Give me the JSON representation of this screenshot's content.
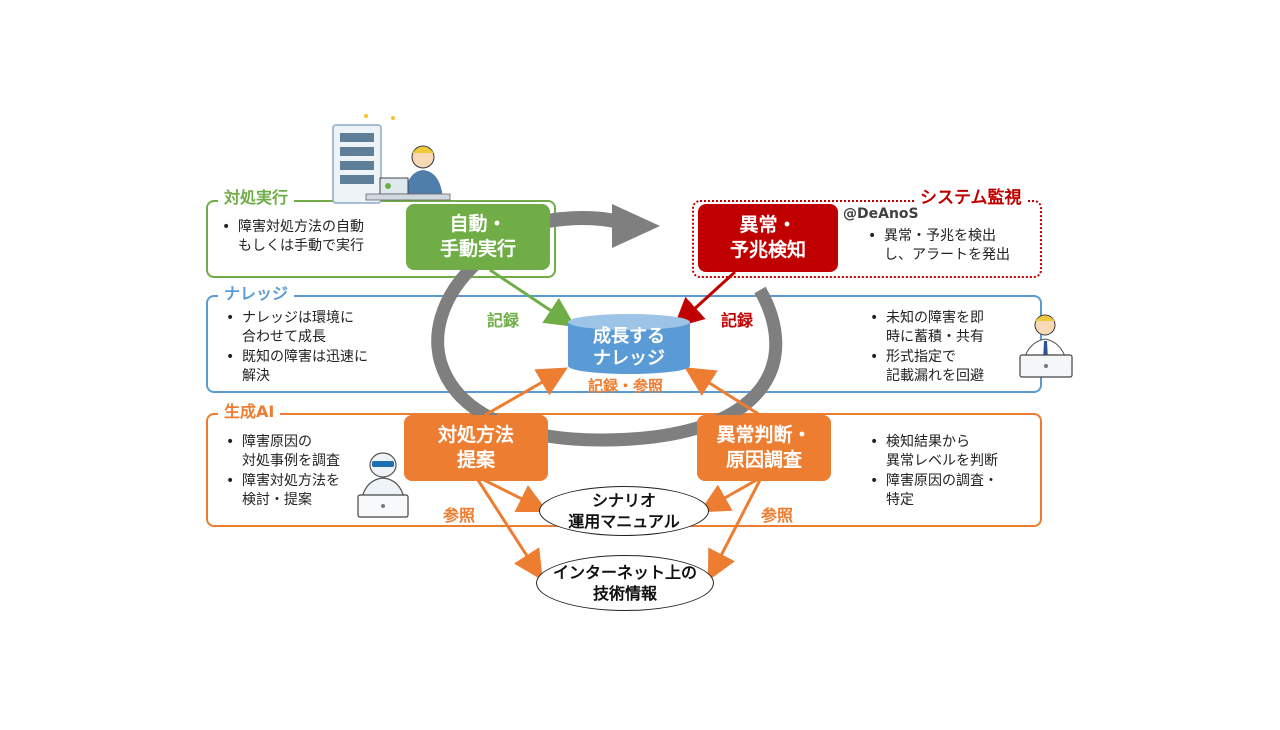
{
  "colors": {
    "green": "#70ad47",
    "red": "#c00000",
    "blue": "#5b9bd5",
    "orange": "#ed7d31",
    "gray": "#7f7f7f",
    "cylinder": "#5b9bd5"
  },
  "panels": {
    "action": {
      "label": "対処実行",
      "bullets": [
        "障害対処方法の自動\nもしくは手動で実行"
      ]
    },
    "monitor": {
      "label": "システム監視",
      "tag": "@DeAnoS",
      "bullets": [
        "異常・予兆を検出\nし、アラートを発出"
      ]
    },
    "knowledge": {
      "label": "ナレッジ",
      "bullets_left": [
        "ナレッジは環境に\n合わせて成長",
        "既知の障害は迅速に\n解決"
      ],
      "bullets_right": [
        "未知の障害を即\n時に蓄積・共有",
        "形式指定で\n記載漏れを回避"
      ]
    },
    "genai": {
      "label": "生成AI",
      "bullets_left": [
        "障害原因の\n対処事例を調査",
        "障害対処方法を\n検討・提案"
      ],
      "bullets_right": [
        "検知結果から\n異常レベルを判断",
        "障害原因の調査・\n特定"
      ]
    }
  },
  "nodes": {
    "exec": "自動・\n手動実行",
    "detect": "異常・\n予兆検知",
    "knowledge": "成長する\nナレッジ",
    "propose": "対処方法\n提案",
    "judge": "異常判断・\n原因調査",
    "scenario": "シナリオ\n運用マニュアル",
    "internet": "インターネット上の\n技術情報"
  },
  "edges": {
    "record_left": "記録",
    "record_right": "記録",
    "record_ref": "記録・参照",
    "ref_left": "参照",
    "ref_right": "参照"
  },
  "icons": [
    "server-icon",
    "engineer-icon",
    "analyst-icon",
    "robot-icon"
  ]
}
